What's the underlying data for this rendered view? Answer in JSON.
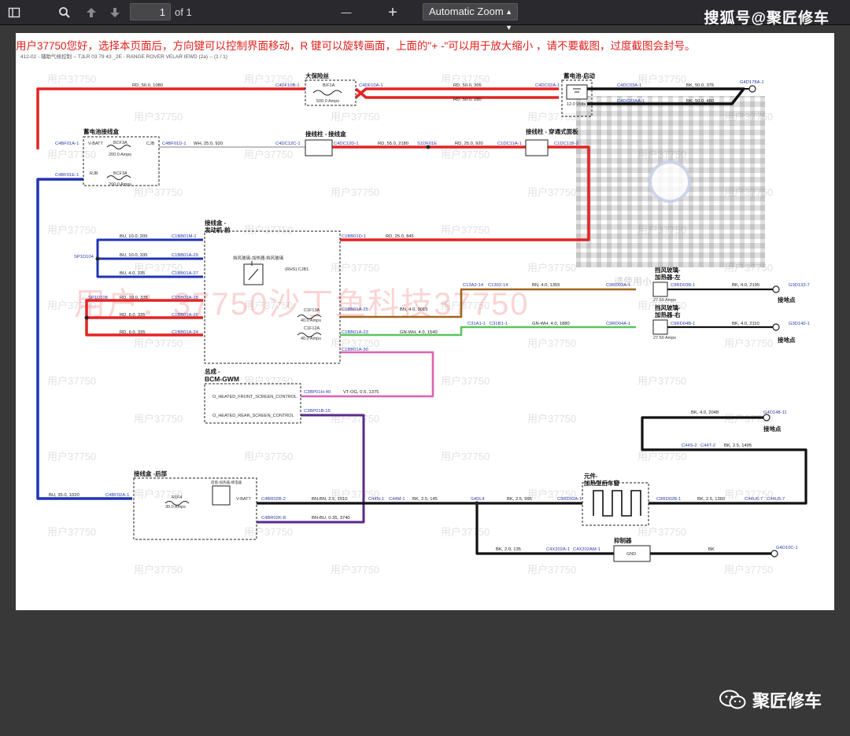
{
  "toolbar": {
    "page_number": "1",
    "page_of": "of 1",
    "zoom_label": "Automatic Zoom",
    "minus": "—",
    "plus": "+"
  },
  "watermarks": {
    "top_right": "搜狐号@聚匠修车",
    "bottom_right": "聚匠修车",
    "big": "用户：37750沙丁鱼科技37750",
    "small": "用户37750",
    "qr_caption": "请使用小"
  },
  "doc": {
    "notice": "用户37750您好，选择本页面后，方向键可以控制界面移动，R 键可以旋转画面，上面的\"+ -\"可以用于放大缩小 ，请不要截图，过度截图会封号。",
    "header": "412-02 - 辅助气候控制 -- TJLR 03 79 43 _2E - RANGE ROVER VELAR IEWD (2a) -- (1 / 1)"
  },
  "diagram": {
    "components": {
      "big_fuse": "大保险丝",
      "big_fuse_id": "B/F1A",
      "big_fuse_amps": "500.0 Amps",
      "battery_start": "蓄电池-启动",
      "battery_volts": "12.0 Volts",
      "batt_junction_box": "蓄电池接线盒",
      "vbatt": "V-BATT",
      "fuse_bcf3a": "BCF3A",
      "bcf3a_amps": "200.0 Amps",
      "cjb": "CJB",
      "rjb": "RJB",
      "fuse_bcf3b": "BCF3A",
      "bcf3b_amps": "200.0 Amps",
      "terminal_box": "接线柱 - 接线盒",
      "terminal_dash": "接线柱 - 穿通式面板",
      "engine_box": "接线盒 -\n发动机-前",
      "relay_label": "挡风玻璃-加热器-挡风玻璃",
      "relay_rhs": "(RHS) CJB1",
      "fuse_c1f13a": "C1F13A",
      "c1f13a_amps": "40.0 Amps",
      "fuse_c1f12a": "C1F12A",
      "c1f12a_amps": "40.0 Amps",
      "bcm_title": "总成 -",
      "bcm": "BCM-GWM",
      "bcm_front": "O_HEATED_FRONT_SCREEN_CONTROL",
      "bcm_rear": "O_HEATED_REAR_SCREEN_CONTROL",
      "rear_box": "接线盒 -后部",
      "rear_fuse": "R1F4",
      "rear_fuse_amps": "30.0 Amps",
      "rear_vbatt": "V-BATT",
      "rear_relay": "后窗-加热器-继电器",
      "heater_left": "挡风玻璃-\n加热器-左",
      "heater_right": "挡风玻璃-\n加热器-右",
      "heater_left_amps": "27.50 Amps",
      "heater_right_amps": "27.50 Amps",
      "ground_left": "接地点",
      "ground_right": "接地点",
      "ground_top": "接地点",
      "element": "元件-\n加热型后车窗",
      "suppressor": "抑制器",
      "gnd": "GND"
    },
    "connectors": {
      "c4df10b": "C4DF10B-1",
      "c4df10a": "C4DF10A-1",
      "c4dc02a": "C4DC02A-1",
      "c4dc03a1": "C4DC03A-1",
      "c4dc03a4": "C4DC03AA-1",
      "g4d178a": "G4D178A-1",
      "c4bf01a": "C4BF01A-1",
      "c4bf01d": "C4BF01D-1",
      "c4dc12c": "C4DC12C-1",
      "c4dc12d": "C4DC12D-1",
      "s1df01e": "S1DF01E",
      "c1dc11a": "C1DC11A-1",
      "c1dc11b": "C1DC11B-2",
      "c4bf01e": "C4BF01E-1",
      "c1bb01m": "C1BB01M-1",
      "sp1d104": "SP1D104",
      "c1bb01a29": "C1BB01A-29",
      "c1bb01a27": "C1BB01A-27",
      "c1bb01d1": "C1BB01D-1",
      "sp1d108": "SP1D108",
      "c1bb01a28": "C1BB01A-28",
      "c1bb01a26": "C1BB01A-26",
      "c1bb01a24": "C1BB01A-24",
      "c1bb01a25": "C1BB01A-25",
      "c1bb01a23": "C1BB01A-23",
      "c1bb01a30": "C1BB01A-30",
      "c13a2": "C13A2-14",
      "c1302": "C1302-14",
      "c9rd03a": "C9RD03A-1",
      "c9rd03b": "C9RD03B-1",
      "g3d133": "G3D133-7",
      "c31a1": "C31A1-1",
      "c31b1": "C31B1-1",
      "c9rd04a": "C9RD04A-1",
      "c9rd04b": "C9RD04B-1",
      "g3d140": "G3D140-1",
      "c3bp01h": "C3BP01H-40",
      "c3bp01b": "C3BP01B-15",
      "g4d148": "G4D148-11",
      "c4bf02a": "C4BF02A-1",
      "c4br02b": "C4BR02B-2",
      "c4br02k": "C4BR02K-8",
      "c44n1": "C44N-1",
      "c44m1": "C44M-1",
      "s4dl4": "S4DL4",
      "c9rd02a": "C9RD02A-1",
      "c9rd02b": "C9RD02B-1",
      "c44u6": "C44U6-7",
      "c44u5": "C44U5-7",
      "c44s2": "C44S-2",
      "c44t2": "C44T-2",
      "c4x202a": "C4X202A-1",
      "c4x202am": "C4X202AM-1",
      "g4d10c": "G4D10C-1"
    },
    "wires": {
      "w1": "RD, 50.0, 1080",
      "w2": "RD, 50.0, 305",
      "w3": "RD, 50.0, 280",
      "w4": "BK, 50.0, 375",
      "w5": "BK, 50.0, 480",
      "w6": "WH, 25.0, 920",
      "w7": "RD, 55.0, 2180",
      "w8": "RD, 25.0, 920",
      "w9": "BU, 10.0, 205",
      "w10": "BU, 10.0, 335",
      "w11": "BU, 4.0, 335",
      "w12": "RD, 25.0, 845",
      "w13": "RD, 10.0, 335",
      "w14": "RD, 6.0, 335",
      "w15": "RD, 6.0, 335",
      "w16": "BN, 4.0, 3015",
      "w17": "BN, 4.0, 1355",
      "w18": "BK, 4.0, 2195",
      "w19": "GN-WH, 4.0, 1540",
      "w20": "GN-WH, 4.0, 1880",
      "w21": "BK, 4.0, 2110",
      "w22": "VT-OG, 0.5, 1375",
      "w23": "BK, 4.0, 2048",
      "w24": "BK, 2.5, 1495",
      "w25": "BU, 35.0, 1020",
      "w26": "BN-BN, 2.5, 1510",
      "w27": "BN-BU, 0.35, 3740",
      "w28": "BK, 2.5, 145",
      "w29": "BK, 2.5, 995",
      "w30": "BK, 2.5, 1360",
      "w31": "BK, 2.0, 135",
      "w32": "BK"
    }
  }
}
